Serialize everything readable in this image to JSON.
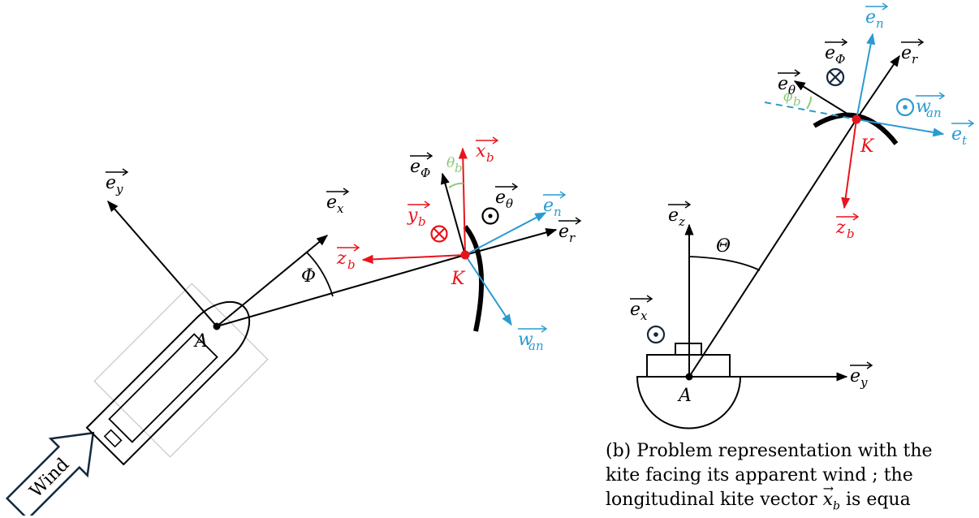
{
  "colors": {
    "black": "#000000",
    "red": "#e8141b",
    "blue": "#2a9bd1",
    "green": "#8cc87a",
    "navy": "#14283d"
  },
  "left_diagram": {
    "wind_label": "Wind",
    "point_a": "A",
    "point_k": "K",
    "angle_phi": "Φ",
    "angle_theta_b": {
      "base": "θ",
      "sub": "b"
    },
    "vectors": {
      "e_y": {
        "base": "e",
        "sub": "y"
      },
      "e_x": {
        "base": "e",
        "sub": "x"
      },
      "e_phi": {
        "base": "e",
        "sub": "Φ"
      },
      "e_theta": {
        "base": "e",
        "sub": "θ"
      },
      "e_n": {
        "base": "e",
        "sub": "n"
      },
      "e_r": {
        "base": "e",
        "sub": "r"
      },
      "x_b": {
        "base": "x",
        "sub": "b"
      },
      "y_b": {
        "base": "y",
        "sub": "b"
      },
      "z_b": {
        "base": "z",
        "sub": "b"
      },
      "w_an": {
        "base": "w",
        "sub": "an"
      }
    }
  },
  "right_diagram": {
    "point_a": "A",
    "point_k": "K",
    "angle_theta": "Θ",
    "angle_phi_b": {
      "base": "ϕ",
      "sub": "b"
    },
    "vectors": {
      "e_n": {
        "base": "e",
        "sub": "n"
      },
      "e_r": {
        "base": "e",
        "sub": "r"
      },
      "e_theta": {
        "base": "e",
        "sub": "θ"
      },
      "e_phi": {
        "base": "e",
        "sub": "Φ"
      },
      "w_an": {
        "base": "w",
        "sub": "an"
      },
      "e_t": {
        "base": "e",
        "sub": "t"
      },
      "e_z": {
        "base": "e",
        "sub": "z"
      },
      "e_x": {
        "base": "e",
        "sub": "x"
      },
      "e_y": {
        "base": "e",
        "sub": "y"
      },
      "z_b": {
        "base": "z",
        "sub": "b"
      }
    }
  },
  "caption": {
    "line1": "(b) Problem representation with the",
    "line2": "kite facing its apparent wind ; the",
    "line3_prefix": "longitudinal kite vector ",
    "line3_vec": {
      "base": "x",
      "sub": "b"
    },
    "line3_suffix": " is equa"
  }
}
